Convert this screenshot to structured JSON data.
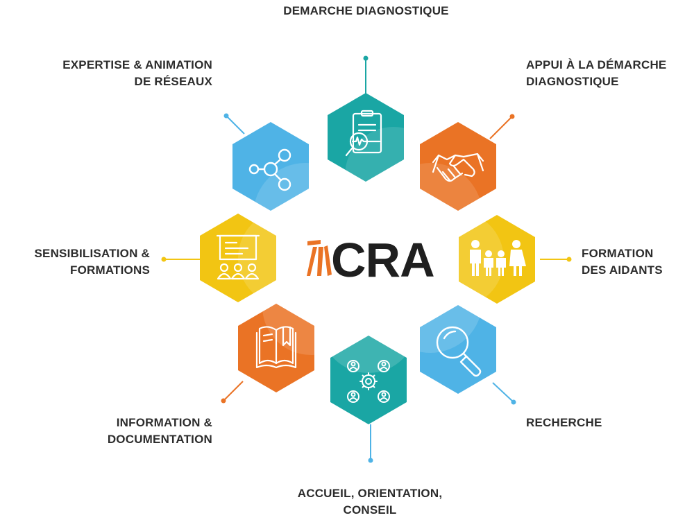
{
  "center": {
    "logo_text": "CRA"
  },
  "labels": {
    "top": [
      "DEMARCHE DIAGNOSTIQUE"
    ],
    "top_right": [
      "APPUI À LA DÉMARCHE",
      "DIAGNOSTIQUE"
    ],
    "right": [
      "FORMATION",
      "DES AIDANTS"
    ],
    "bottom_right": [
      "RECHERCHE"
    ],
    "bottom": [
      "ACCUEIL, ORIENTATION,",
      "CONSEIL"
    ],
    "bottom_left": [
      "INFORMATION &",
      "DOCUMENTATION"
    ],
    "left": [
      "SENSIBILISATION &",
      "FORMATIONS"
    ],
    "top_left": [
      "EXPERTISE & ANIMATION",
      "DE RÉSEAUX"
    ]
  },
  "colors": {
    "teal": "#1aa6a4",
    "orange": "#ea7325",
    "yellow": "#f2c513",
    "blue": "#4fb3e6",
    "text": "#2c2c2c",
    "logo": "#1f1f1f"
  },
  "hexagons": [
    {
      "id": "top",
      "icon": "clipboard-magnifier-icon",
      "color": "teal"
    },
    {
      "id": "top_right",
      "icon": "handshake-icon",
      "color": "orange"
    },
    {
      "id": "right",
      "icon": "family-icon",
      "color": "yellow"
    },
    {
      "id": "bottom_right",
      "icon": "magnifier-icon",
      "color": "blue"
    },
    {
      "id": "bottom",
      "icon": "people-gear-icon",
      "color": "teal"
    },
    {
      "id": "bottom_left",
      "icon": "book-icon",
      "color": "orange"
    },
    {
      "id": "left",
      "icon": "presentation-board-icon",
      "color": "yellow"
    },
    {
      "id": "top_left",
      "icon": "network-share-icon",
      "color": "blue"
    }
  ]
}
